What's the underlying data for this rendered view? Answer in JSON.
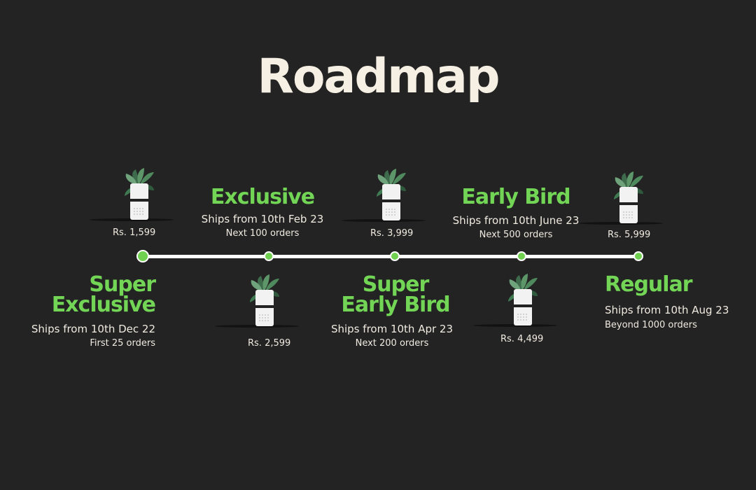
{
  "title": "Roadmap",
  "colors": {
    "background": "#232323",
    "accent": "#72d556",
    "text": "#f0ebe1"
  },
  "tiers": [
    {
      "name_line1": "Super",
      "name_line2": "Exclusive",
      "ships": "Ships from 10th Dec 22",
      "orders": "First 25 orders",
      "price": "Rs. 1,599"
    },
    {
      "name_line1": "Exclusive",
      "ships": "Ships from 10th Feb 23",
      "orders": "Next 100 orders",
      "price": "Rs. 2,599"
    },
    {
      "name_line1": "Super",
      "name_line2": "Early Bird",
      "ships": "Ships from 10th Apr 23",
      "orders": "Next 200 orders",
      "price": "Rs. 3,999"
    },
    {
      "name_line1": "Early Bird",
      "ships": "Ships from 10th June 23",
      "orders": "Next 500 orders",
      "price": "Rs. 4,499"
    },
    {
      "name_line1": "Regular",
      "ships": "Ships from 10th Aug 23",
      "orders": "Beyond 1000 orders",
      "price": "Rs. 5,999"
    }
  ],
  "icons": {
    "product": "air-purifier-plant-icon"
  }
}
